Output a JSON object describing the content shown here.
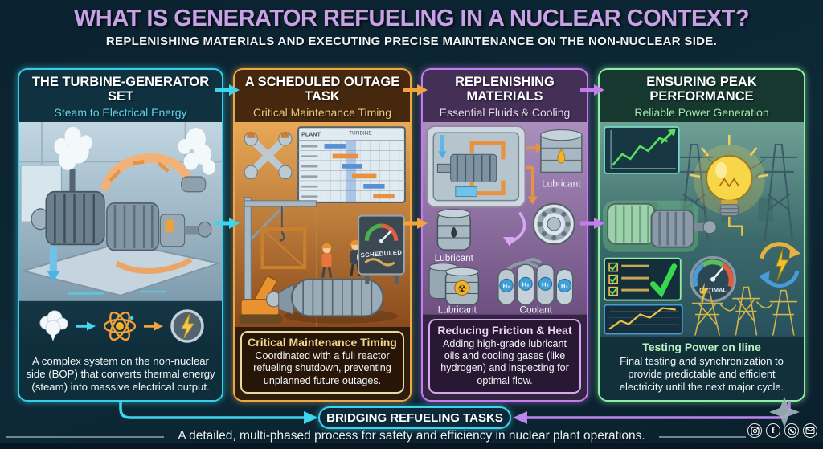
{
  "header": {
    "title": "WHAT IS GENERATOR REFUELING IN A NUCLEAR CONTEXT?",
    "subtitle": "REPLENISHING MATERIALS AND EXECUTING PRECISE MAINTENANCE ON THE NON-NUCLEAR SIDE."
  },
  "panels": [
    {
      "title": "THE TURBINE-GENERATOR SET",
      "subtitle": "Steam to Electrical Energy",
      "caption": "A complex system on the non-nuclear side (BOP) that converts thermal energy (steam) into massive electrical output.",
      "accent": "#35cfe8"
    },
    {
      "title": "A SCHEDULED OUTAGE TASK",
      "subtitle": "Critical Maintenance Timing",
      "caption_title": "Critical Maintenance Timing",
      "caption": "Coordinated with a full reactor refueling shutdown, preventing unplanned future outages.",
      "labels": {
        "gantt_col1": "PLANT",
        "gantt_col2": "TURBINE",
        "sign": "SCHEDULED"
      },
      "accent": "#eda845"
    },
    {
      "title": "REPLENISHING MATERIALS",
      "subtitle": "Essential Fluids & Cooling",
      "caption_title": "Reducing Friction & Heat",
      "caption": "Adding high-grade lubricant oils and cooling gases (like hydrogen) and inspecting for optimal flow.",
      "labels": {
        "lubricant_top": "Lubricant",
        "lubricant_mid": "Lubricant",
        "lubricant_bottom": "Lubricant",
        "coolant": "Coolant",
        "h2": "H₂"
      },
      "accent": "#c77bf0"
    },
    {
      "title": "ENSURING PEAK PERFORMANCE",
      "subtitle": "Reliable Power Generation",
      "caption_title": "Testing Power on lline",
      "caption": "Final testing and synchronization to provide predictable and efficient electricity until the next major cycle.",
      "labels": {
        "gauge": "OPTIMAL"
      },
      "accent": "#8fefa2"
    }
  ],
  "bridge": {
    "label": "BRIDGING REFUELING TASKS"
  },
  "footer": {
    "text": "A detailed, multi-phased process for safety and efficiency in nuclear plant operations."
  },
  "social": {
    "facebook_glyph": "f"
  },
  "colors": {
    "background": "#0c2230",
    "title": "#c9a1e6",
    "bridge_accent": "#3fd4ee",
    "connector_right": "#bb86ea"
  }
}
